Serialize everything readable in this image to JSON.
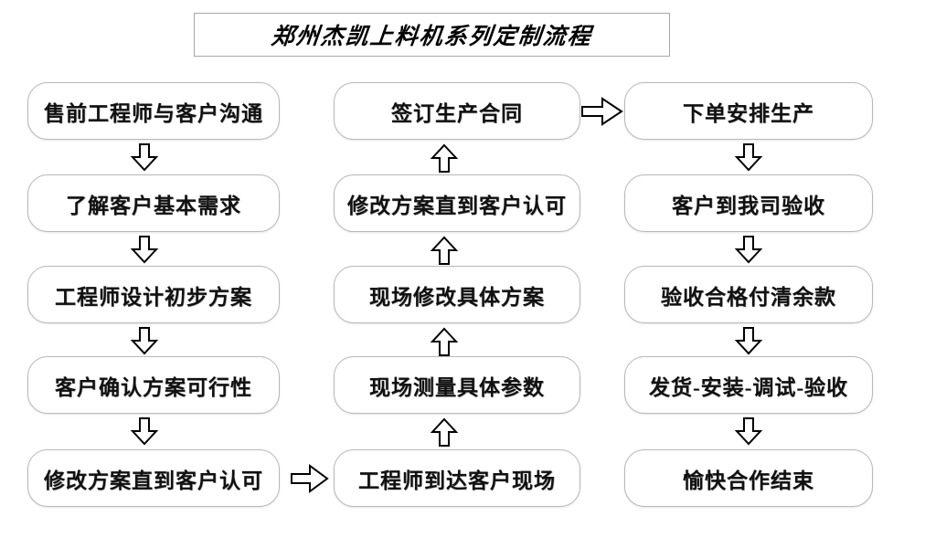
{
  "title": {
    "text": "郑州杰凯上料机系列定制流程"
  },
  "columns": {
    "left": {
      "name": "left-column",
      "flow_direction": "down",
      "nodes": [
        {
          "label": "售前工程师与客户沟通"
        },
        {
          "label": "了解客户基本需求"
        },
        {
          "label": "工程师设计初步方案"
        },
        {
          "label": "客户确认方案可行性"
        },
        {
          "label": "修改方案直到客户认可"
        }
      ]
    },
    "middle": {
      "name": "middle-column",
      "flow_direction": "up",
      "nodes": [
        {
          "label": "签订生产合同"
        },
        {
          "label": "修改方案直到客户认可"
        },
        {
          "label": "现场修改具体方案"
        },
        {
          "label": "现场测量具体参数"
        },
        {
          "label": "工程师到达客户现场"
        }
      ]
    },
    "right": {
      "name": "right-column",
      "flow_direction": "down",
      "nodes": [
        {
          "label": "下单安排生产"
        },
        {
          "label": "客户到我司验收"
        },
        {
          "label": "验收合格付清余款"
        },
        {
          "label": "发货-安装-调试-验收"
        },
        {
          "label": "愉快合作结束"
        }
      ]
    }
  },
  "connectors": [
    {
      "name": "left-arrow-1",
      "direction": "down"
    },
    {
      "name": "left-arrow-2",
      "direction": "down"
    },
    {
      "name": "left-arrow-3",
      "direction": "down"
    },
    {
      "name": "left-arrow-4",
      "direction": "down"
    },
    {
      "name": "left-to-middle-arrow",
      "direction": "right"
    },
    {
      "name": "middle-arrow-1",
      "direction": "up"
    },
    {
      "name": "middle-arrow-2",
      "direction": "up"
    },
    {
      "name": "middle-arrow-3",
      "direction": "up"
    },
    {
      "name": "middle-arrow-4",
      "direction": "up"
    },
    {
      "name": "middle-to-right-arrow",
      "direction": "right"
    },
    {
      "name": "right-arrow-1",
      "direction": "down"
    },
    {
      "name": "right-arrow-2",
      "direction": "down"
    },
    {
      "name": "right-arrow-3",
      "direction": "down"
    },
    {
      "name": "right-arrow-4",
      "direction": "down"
    }
  ],
  "colors": {
    "background": "#ffffff",
    "node_border": "#b8b8b8",
    "title_border": "#a6a6a6",
    "text": "#111111",
    "arrow_stroke": "#000000",
    "arrow_fill": "#ffffff"
  }
}
